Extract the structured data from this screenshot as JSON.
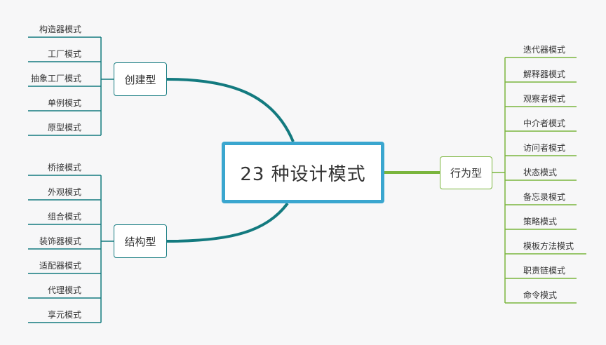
{
  "central": {
    "label": "23 种设计模式"
  },
  "branches": {
    "creational": {
      "label": "创建型",
      "items": [
        "构造器模式",
        "工厂模式",
        "抽象工厂模式",
        "单例模式",
        "原型模式"
      ]
    },
    "structural": {
      "label": "结构型",
      "items": [
        "桥接模式",
        "外观模式",
        "组合模式",
        "装饰器模式",
        "适配器模式",
        "代理模式",
        "享元模式"
      ]
    },
    "behavioral": {
      "label": "行为型",
      "items": [
        "迭代器模式",
        "解释器模式",
        "观察者模式",
        "中介者模式",
        "访问者模式",
        "状态模式",
        "备忘录模式",
        "策略模式",
        "模板方法模式",
        "职责链模式",
        "命令模式"
      ]
    }
  },
  "colors": {
    "central_border": "#3aa6cf",
    "teal": "#137a7f",
    "green": "#7ab53d",
    "background": "#f7f7f8"
  }
}
